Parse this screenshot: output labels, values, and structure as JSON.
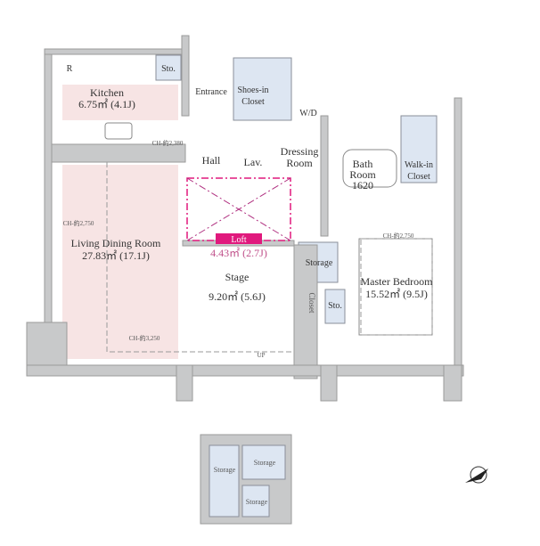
{
  "rooms": {
    "r": "R",
    "sto1": "Sto.",
    "kitchen": "Kitchen",
    "kitchen_area": "6.75㎡ (4.1J)",
    "entrance": "Entrance",
    "shoes1": "Shoes-in",
    "shoes2": "Closet",
    "wd": "W/D",
    "hall": "Hall",
    "lav": "Lav.",
    "dressing1": "Dressing",
    "dressing2": "Room",
    "bath1": "Bath",
    "bath2": "Room",
    "bath3": "1620",
    "walkin1": "Walk-in",
    "walkin2": "Closet",
    "ldr": "Living Dining Room",
    "ldr_area": "27.83㎡ (17.1J)",
    "loft": "Loft",
    "loft_area": "4.43㎡ (2.7J)",
    "stage": "Stage",
    "stage_area": "9.20㎡ (5.6J)",
    "storage": "Storage",
    "closet": "Closet",
    "sto2": "Sto.",
    "master": "Master Bedroom",
    "master_area": "15.52㎡ (9.5J)",
    "up": "UP"
  },
  "ceiling": {
    "kitchen": "CH-約2,380",
    "living": "CH-約2,750",
    "living_low": "CH-約3,250",
    "bedroom": "CH-約2,750"
  },
  "outdoor": {
    "s1": "Storage",
    "s2": "Storage",
    "s3": "Storage"
  },
  "colors": {
    "loft": "#e0197d",
    "pink": "#f7e4e4",
    "blue": "#dde6f2"
  }
}
